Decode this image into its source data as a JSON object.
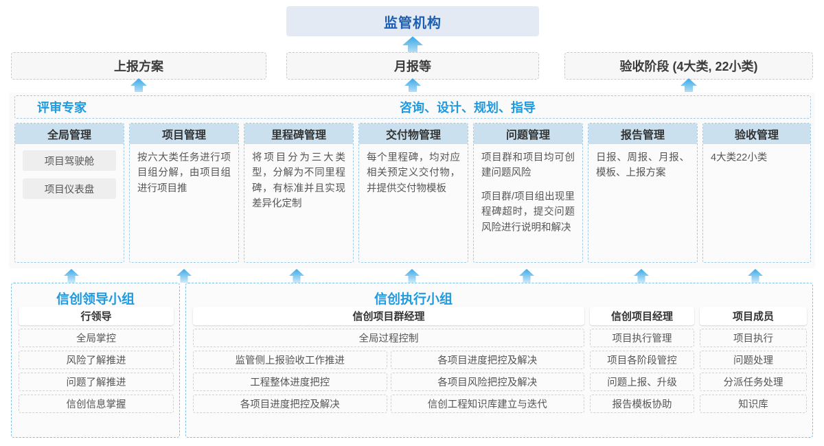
{
  "top": {
    "regulator": "监管机构",
    "cards": [
      {
        "label": "上报方案"
      },
      {
        "label": "月报等"
      },
      {
        "label": "验收阶段 (4大类, 22小类)"
      }
    ]
  },
  "middle": {
    "band_left": "评审专家",
    "band_center": "咨询、设计、规划、指导",
    "columns": [
      {
        "title": "全局管理",
        "chips": [
          "项目驾驶舱",
          "项目仪表盘"
        ],
        "paragraphs": []
      },
      {
        "title": "项目管理",
        "chips": [],
        "paragraphs": [
          "按六大类任务进行项目组分解，由项目组进行项目推"
        ]
      },
      {
        "title": "里程碑管理",
        "chips": [],
        "paragraphs": [
          "将项目分为三大类型，分解为不同里程碑，有标准并且实现差异化定制"
        ]
      },
      {
        "title": "交付物管理",
        "chips": [],
        "paragraphs": [
          "每个里程碑，均对应相关预定义交付物，并提供交付物模板"
        ]
      },
      {
        "title": "问题管理",
        "chips": [],
        "paragraphs": [
          "项目群和项目均可创建问题风险",
          "项目群/项目组出现里程碑超时，提交问题风险进行说明和解决"
        ]
      },
      {
        "title": "报告管理",
        "chips": [],
        "paragraphs": [
          "日报、周报、月报、模板、上报方案"
        ]
      },
      {
        "title": "验收管理",
        "chips": [],
        "paragraphs": [
          "4大类22小类"
        ]
      }
    ]
  },
  "bottom": {
    "groups": [
      {
        "title": "信创领导小组",
        "roles": [
          {
            "head": "行领导",
            "items": [
              "全局掌控",
              "风险了解推进",
              "问题了解推进",
              "信创信息掌握"
            ]
          }
        ]
      },
      {
        "title": "信创执行小组",
        "roles": [
          {
            "head": "信创项目群经理",
            "full_item": "全局过程控制",
            "grid_items": [
              "监管侧上报验收工作推进",
              "各项目进度把控及解决",
              "工程整体进度把控",
              "各项目风险把控及解决",
              "各项目进度把控及解决",
              "信创工程知识库建立与迭代"
            ]
          },
          {
            "head": "信创项目经理",
            "items": [
              "项目执行管理",
              "项目各阶段管控",
              "问题上报、升级",
              "报告模板协助"
            ]
          },
          {
            "head": "项目成员",
            "items": [
              "项目执行",
              "问题处理",
              "分派任务处理",
              "知识库"
            ]
          }
        ]
      }
    ]
  },
  "colors": {
    "accent_blue": "#1f9ae0",
    "title_blue": "#1a5fb4",
    "header_fill": "#cbe0ee",
    "top_fill": "#e4eaf4",
    "arrow_top": "#4fb3e8",
    "arrow_bottom": "#b9e0f5"
  },
  "arrows": {
    "to_top": [
      202,
      601,
      1003
    ],
    "to_middle": [
      105,
      268,
      432,
      600,
      767,
      934,
      1100
    ]
  }
}
